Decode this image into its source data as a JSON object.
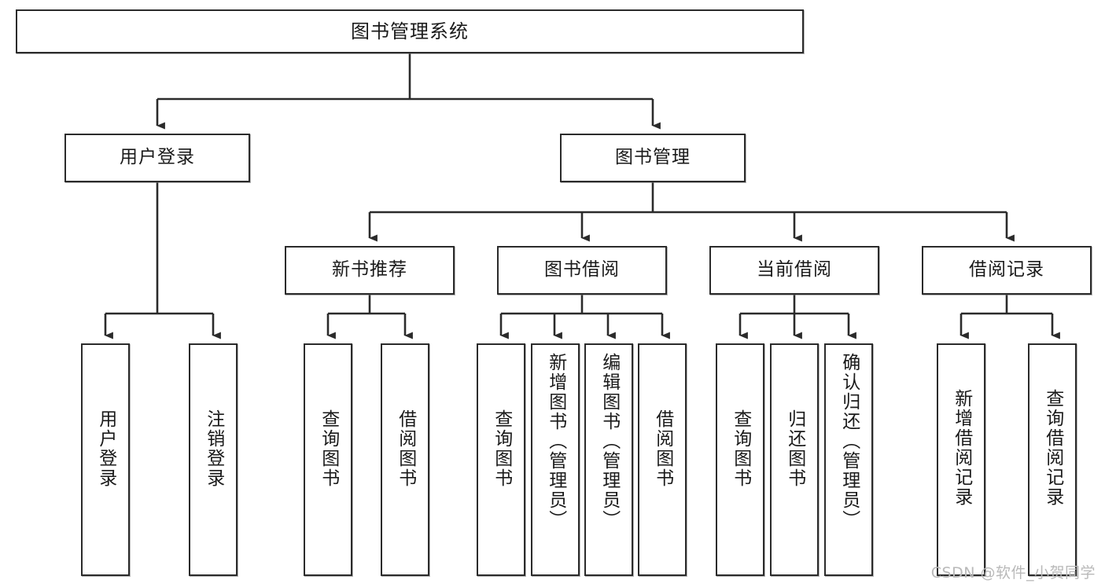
{
  "diagram": {
    "title": "图书管理系统",
    "type": "tree-hierarchy-chart",
    "watermark": "CSDN @软件_小贺同学",
    "colors": {
      "node_border": "#2b2b2b",
      "node_fill": "#ffffff",
      "edge": "#2b2b2b",
      "text": "#1a1a1a",
      "watermark": "#b9b9b9",
      "background": "#ffffff"
    },
    "root": {
      "label": "图书管理系统"
    },
    "level2": [
      {
        "label": "用户登录"
      },
      {
        "label": "图书管理"
      }
    ],
    "level3": [
      {
        "label": "新书推荐"
      },
      {
        "label": "图书借阅"
      },
      {
        "label": "当前借阅"
      },
      {
        "label": "借阅记录"
      }
    ],
    "leaves": {
      "user_login": [
        {
          "label": "用户登录"
        },
        {
          "label": "注销登录"
        }
      ],
      "new_book_recommend": [
        {
          "label": "查询图书"
        },
        {
          "label": "借阅图书"
        }
      ],
      "book_borrow": [
        {
          "label": "查询图书"
        },
        {
          "label": "新增图书（管理员）"
        },
        {
          "label": "编辑图书（管理员）"
        },
        {
          "label": "借阅图书"
        }
      ],
      "current_borrow": [
        {
          "label": "查询图书"
        },
        {
          "label": "归还图书"
        },
        {
          "label": "确认归还（管理员）"
        }
      ],
      "borrow_record": [
        {
          "label": "新增借阅记录"
        },
        {
          "label": "查询借阅记录"
        }
      ]
    }
  }
}
